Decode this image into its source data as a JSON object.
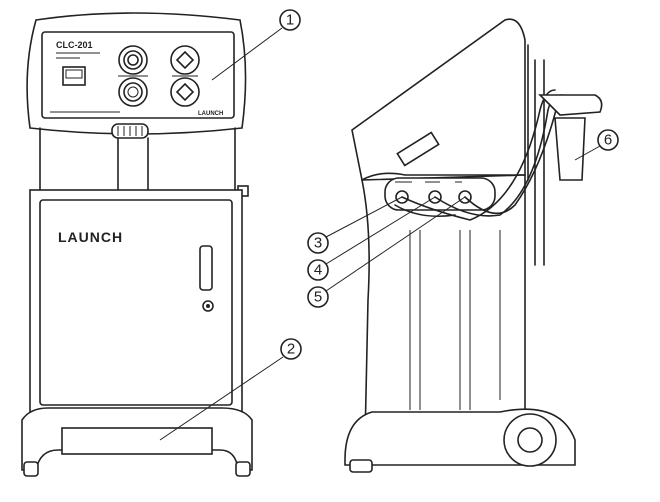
{
  "front_view": {
    "panel_model": "CLC-201",
    "panel_brand": "LAUNCH",
    "door_brand": "LAUNCH"
  },
  "side_view": {
    "port_labels": [
      "",
      "",
      ""
    ]
  },
  "callouts": [
    "1",
    "2",
    "3",
    "4",
    "5",
    "6"
  ]
}
